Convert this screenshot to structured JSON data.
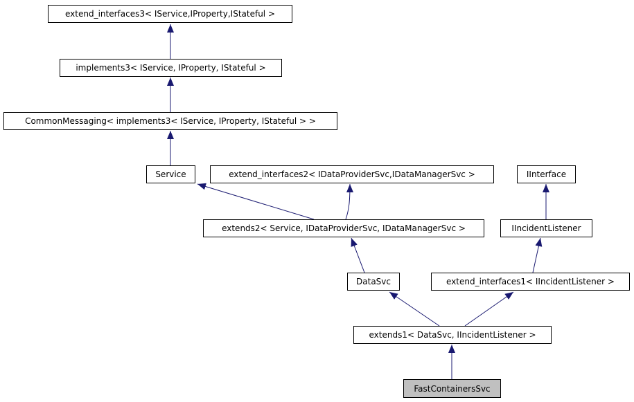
{
  "diagram": {
    "kind": "class-inheritance-graph",
    "colors": {
      "edge": "#191970",
      "node_border": "#000000",
      "node_fill": "#ffffff",
      "highlight_node_fill": "#c0c0c0",
      "text": "#000000",
      "background": "#ffffff"
    },
    "nodes": [
      {
        "id": "extend_interfaces3",
        "label": "extend_interfaces3< IService,IProperty,IStateful >",
        "highlighted": false
      },
      {
        "id": "implements3",
        "label": "implements3< IService, IProperty, IStateful >",
        "highlighted": false
      },
      {
        "id": "CommonMessaging",
        "label": "CommonMessaging< implements3< IService, IProperty, IStateful > >",
        "highlighted": false
      },
      {
        "id": "Service",
        "label": "Service",
        "highlighted": false
      },
      {
        "id": "extend_interfaces2",
        "label": "extend_interfaces2< IDataProviderSvc,IDataManagerSvc >",
        "highlighted": false
      },
      {
        "id": "IInterface",
        "label": "IInterface",
        "highlighted": false
      },
      {
        "id": "extends2",
        "label": "extends2< Service, IDataProviderSvc, IDataManagerSvc >",
        "highlighted": false
      },
      {
        "id": "IIncidentListener",
        "label": "IIncidentListener",
        "highlighted": false
      },
      {
        "id": "DataSvc",
        "label": "DataSvc",
        "highlighted": false
      },
      {
        "id": "extend_interfaces1",
        "label": "extend_interfaces1< IIncidentListener >",
        "highlighted": false
      },
      {
        "id": "extends1",
        "label": "extends1< DataSvc, IIncidentListener >",
        "highlighted": false
      },
      {
        "id": "FastContainersSvc",
        "label": "FastContainersSvc",
        "highlighted": true
      }
    ],
    "edges": [
      {
        "from": "implements3",
        "to": "extend_interfaces3"
      },
      {
        "from": "CommonMessaging",
        "to": "implements3"
      },
      {
        "from": "Service",
        "to": "CommonMessaging"
      },
      {
        "from": "extends2",
        "to": "Service"
      },
      {
        "from": "extends2",
        "to": "extend_interfaces2"
      },
      {
        "from": "IIncidentListener",
        "to": "IInterface"
      },
      {
        "from": "DataSvc",
        "to": "extends2"
      },
      {
        "from": "extend_interfaces1",
        "to": "IIncidentListener"
      },
      {
        "from": "extends1",
        "to": "DataSvc"
      },
      {
        "from": "extends1",
        "to": "extend_interfaces1"
      },
      {
        "from": "FastContainersSvc",
        "to": "extends1"
      }
    ]
  }
}
